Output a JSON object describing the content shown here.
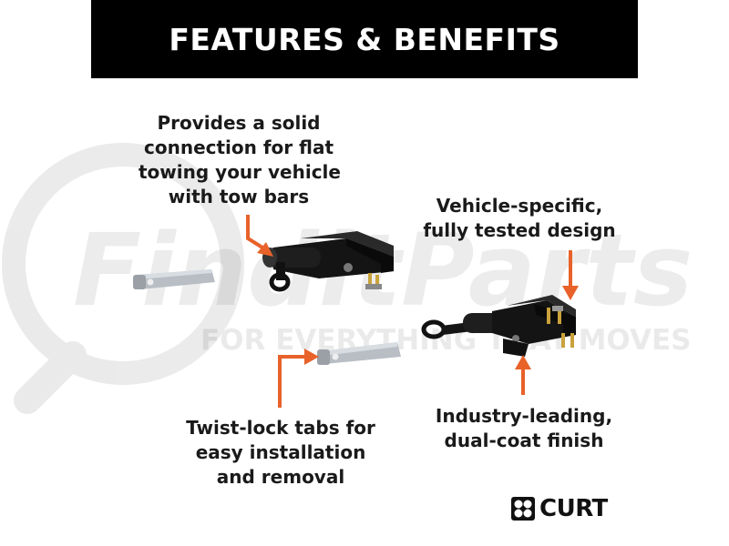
{
  "header": {
    "title": "FEATURES & BENEFITS"
  },
  "watermark": {
    "brand": "FinditParts",
    "tagline": "FOR EVERYTHING THAT MOVES"
  },
  "callouts": {
    "solid_connection": [
      "Provides a solid",
      "connection for flat",
      "towing your vehicle",
      "with tow bars"
    ],
    "vehicle_specific": [
      "Vehicle-specific,",
      "fully tested design"
    ],
    "twist_lock": [
      "Twist-lock tabs for",
      "easy installation",
      "and removal"
    ],
    "finish": [
      "Industry-leading,",
      "dual-coat finish"
    ]
  },
  "brand": {
    "name": "CURT"
  },
  "colors": {
    "accent_arrow": "#e8622a",
    "header_bg": "#000000",
    "watermark_red": "#d33a2c"
  }
}
